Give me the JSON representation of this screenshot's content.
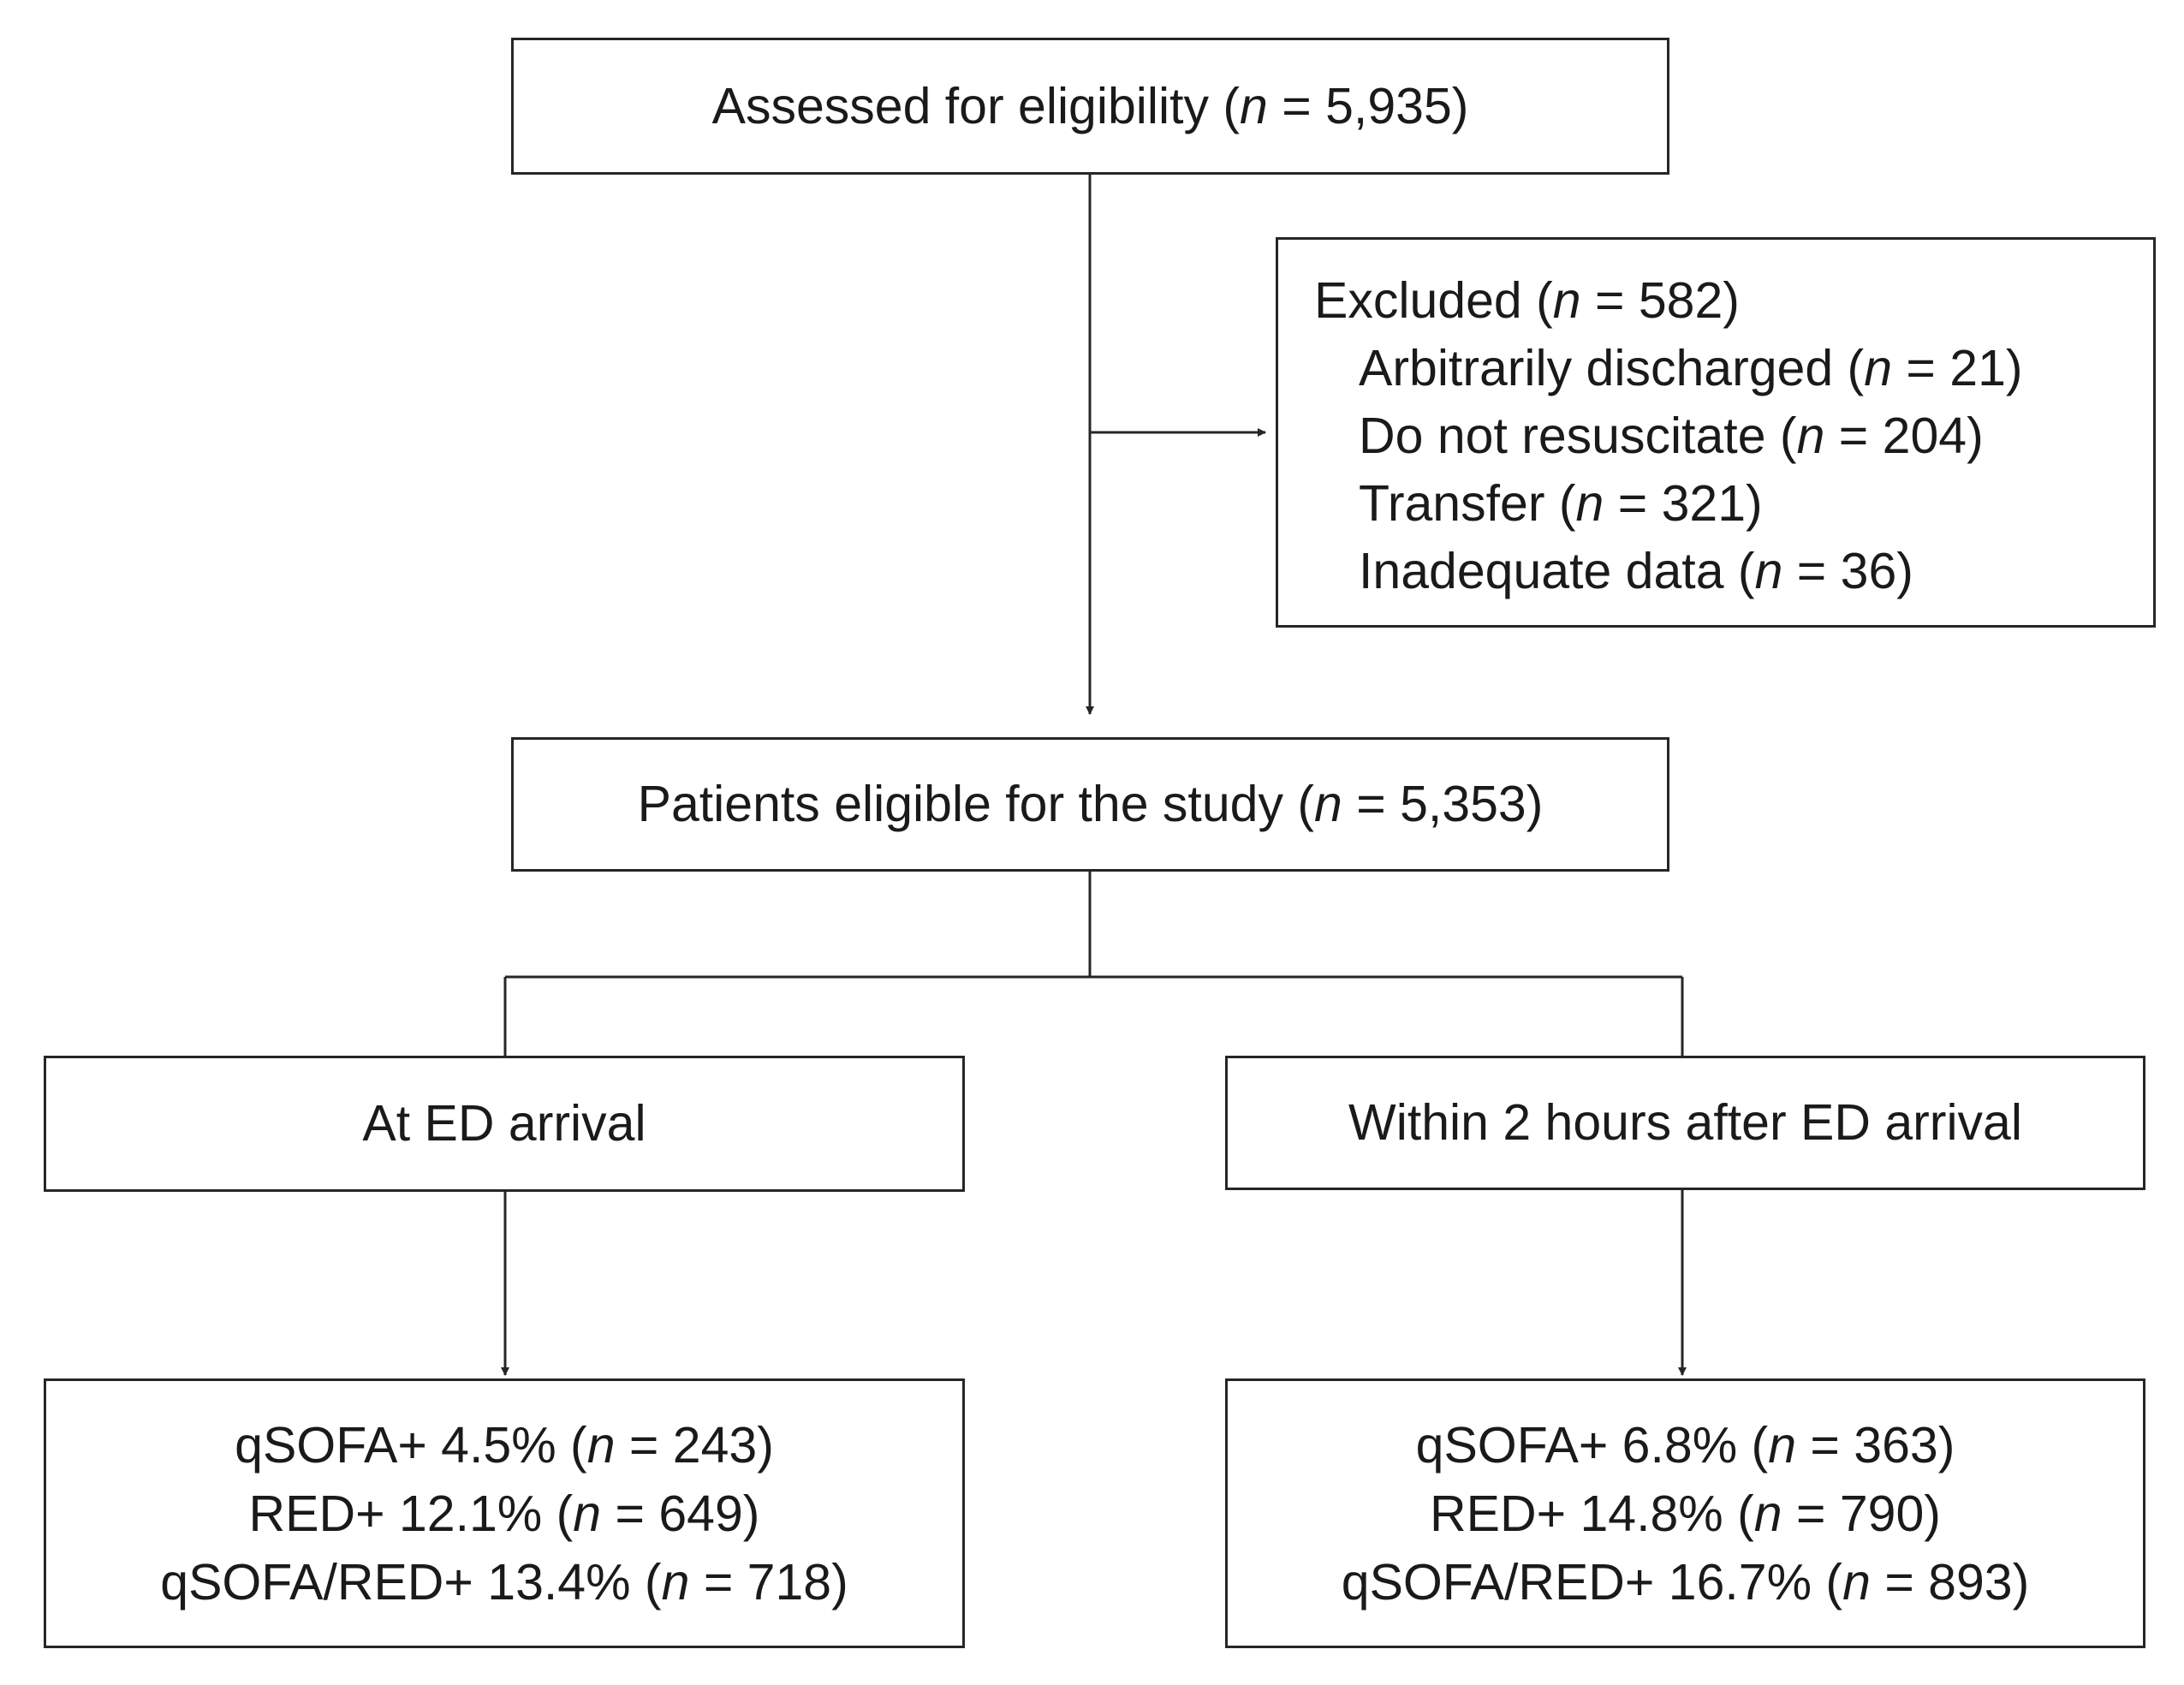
{
  "assessed": {
    "label": "Assessed for eligibility (",
    "n": "n",
    "value": " = 5,935)"
  },
  "excluded": {
    "title": {
      "label": "Excluded (",
      "n": "n",
      "value": " = 582)"
    },
    "items": [
      {
        "label": "Arbitrarily discharged (",
        "n": "n",
        "value": " = 21)"
      },
      {
        "label": "Do not resuscitate (",
        "n": "n",
        "value": " = 204)"
      },
      {
        "label": "Transfer  (",
        "n": "n",
        "value": " = 321)"
      },
      {
        "label": "Inadequate  data (",
        "n": "n",
        "value": " = 36)"
      }
    ]
  },
  "eligible": {
    "label": "Patients eligible for the study (",
    "n": "n",
    "value": " = 5,353)"
  },
  "branches": {
    "left": {
      "label": "At ED arrival",
      "results": [
        {
          "label": "qSOFA+  4.5% (",
          "n": "n",
          "value": " = 243)"
        },
        {
          "label": "RED+  12.1% (",
          "n": "n",
          "value": " = 649)"
        },
        {
          "label": "qSOFA/RED+  13.4% (",
          "n": "n",
          "value": " = 718)"
        }
      ]
    },
    "right": {
      "label": "Within 2 hours after ED arrival",
      "results": [
        {
          "label": "qSOFA+  6.8% (",
          "n": "n",
          "value": " = 363)"
        },
        {
          "label": "RED+  14.8% (",
          "n": "n",
          "value": " = 790)"
        },
        {
          "label": "qSOFA/RED+  16.7% (",
          "n": "n",
          "value": " = 893)"
        }
      ]
    }
  },
  "colors": {
    "line": "#262626",
    "text": "#1a1a1a",
    "background": "#ffffff"
  }
}
